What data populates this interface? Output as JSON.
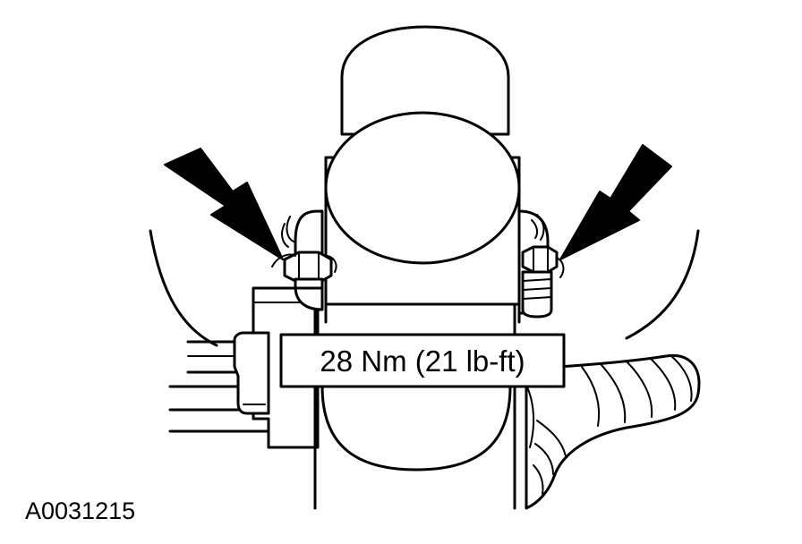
{
  "diagram": {
    "torque_label": "28 Nm (21 lb-ft)",
    "figure_id": "A0031215",
    "ink_color": "#000000",
    "background_color": "#ffffff",
    "callouts": [
      {
        "name": "left-clamp-nut-arrow",
        "icon": "arrow-icon"
      },
      {
        "name": "right-clamp-nut-arrow",
        "icon": "arrow-icon"
      }
    ]
  }
}
